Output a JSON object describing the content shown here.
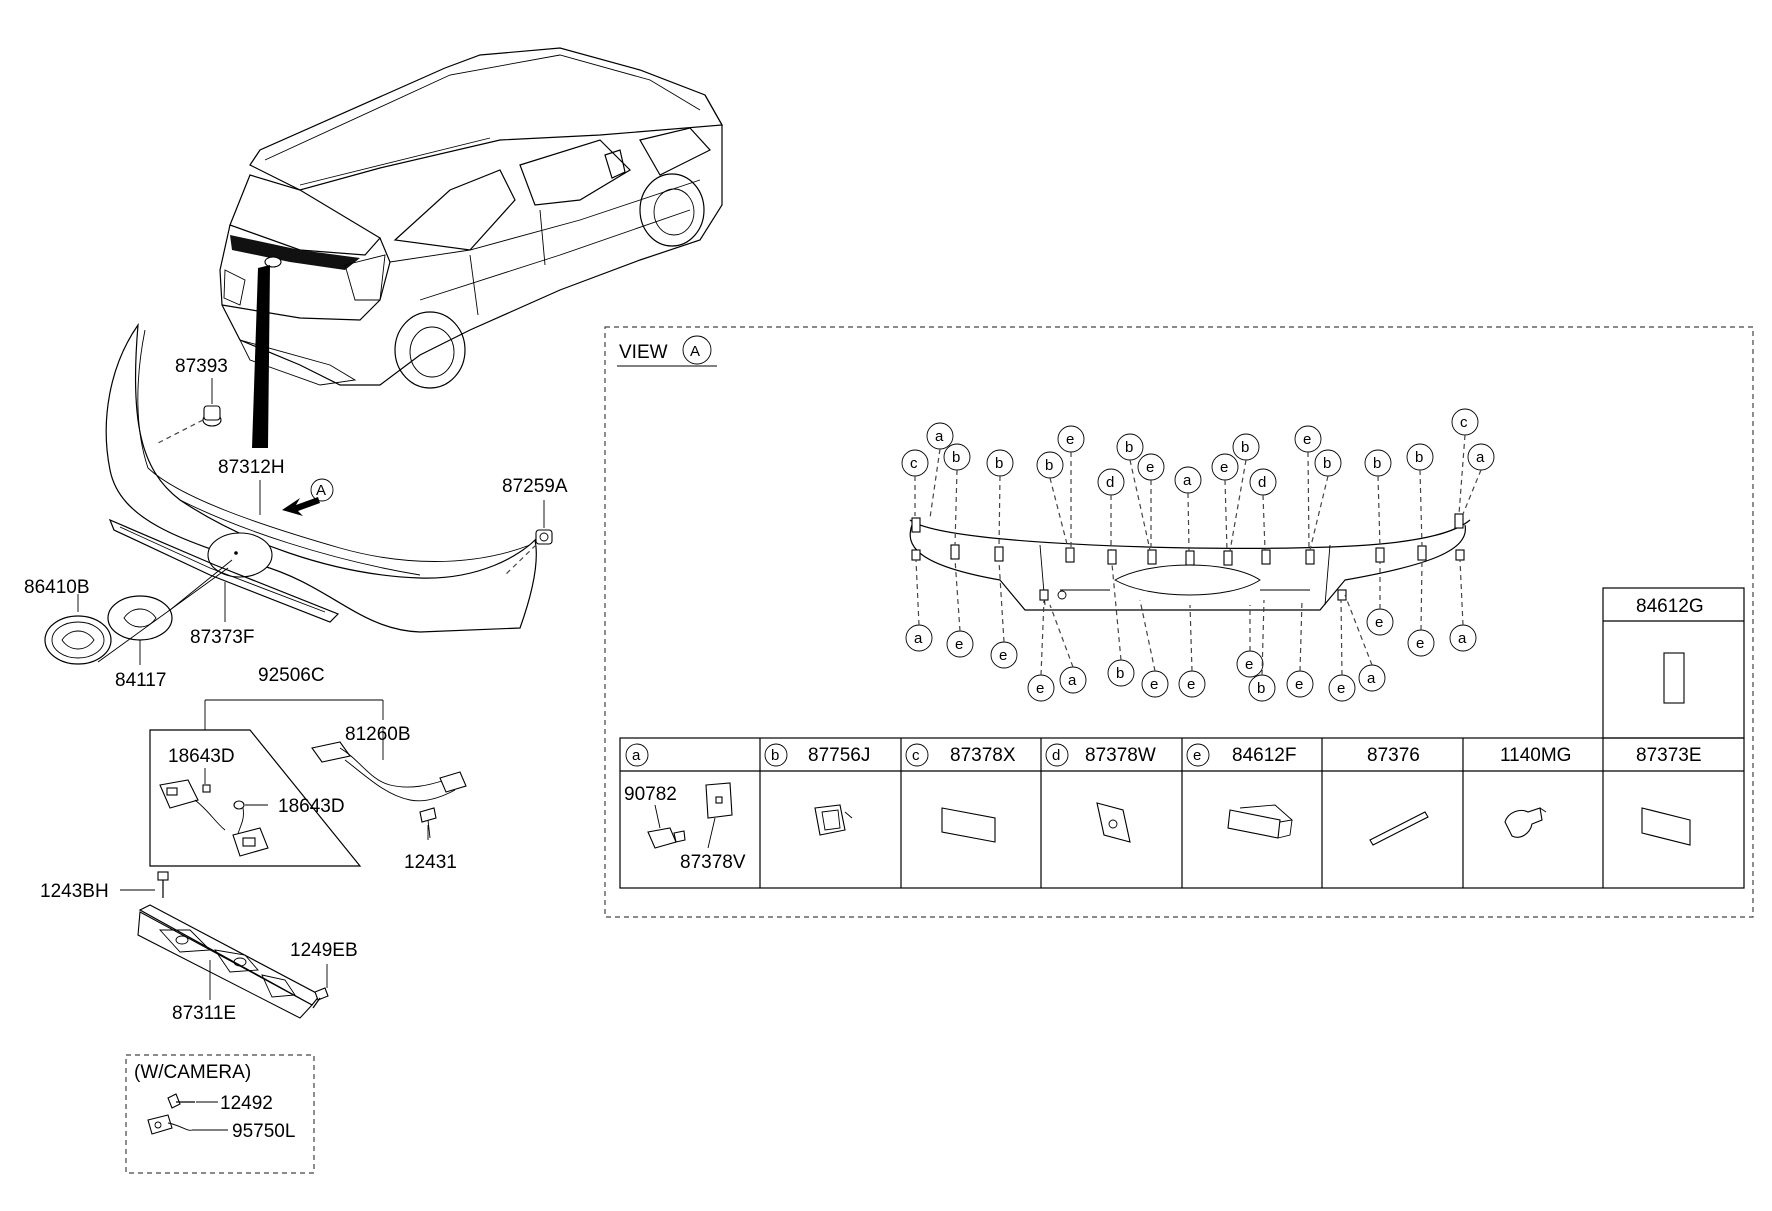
{
  "part_numbers": {
    "p87393": "87393",
    "p87312H": "87312H",
    "p87259A": "87259A",
    "p86410B": "86410B",
    "p87373F": "87373F",
    "p84117": "84117",
    "p92506C": "92506C",
    "p18643D_a": "18643D",
    "p18643D_b": "18643D",
    "p81260B": "81260B",
    "p12431": "12431",
    "p1243BH": "1243BH",
    "p1249EB": "1249EB",
    "p87311E": "87311E",
    "p12492": "12492",
    "p95750L": "95750L"
  },
  "camera_box": {
    "title": "(W/CAMERA)"
  },
  "view": {
    "prefix": "VIEW",
    "ref": "A"
  },
  "arrow_ref": "A",
  "view_callouts": {
    "top": [
      "c",
      "a",
      "b",
      "b",
      "b",
      "e",
      "d",
      "b",
      "e",
      "a",
      "e",
      "b",
      "d",
      "e",
      "b",
      "b",
      "b",
      "c",
      "a"
    ],
    "bottom": [
      "a",
      "e",
      "e",
      "e",
      "a",
      "b",
      "e",
      "e",
      "e",
      "b",
      "e",
      "e",
      "a",
      "e",
      "e",
      "a"
    ]
  },
  "legend": {
    "header_84612G": "84612G",
    "cells": [
      {
        "letter": "a",
        "part": "",
        "sub1": "90782",
        "sub2": "87378V"
      },
      {
        "letter": "b",
        "part": "87756J"
      },
      {
        "letter": "c",
        "part": "87378X"
      },
      {
        "letter": "d",
        "part": "87378W"
      },
      {
        "letter": "e",
        "part": "84612F"
      },
      {
        "letter": "",
        "part": "87376"
      },
      {
        "letter": "",
        "part": "1140MG"
      },
      {
        "letter": "",
        "part": "87373E"
      }
    ]
  }
}
